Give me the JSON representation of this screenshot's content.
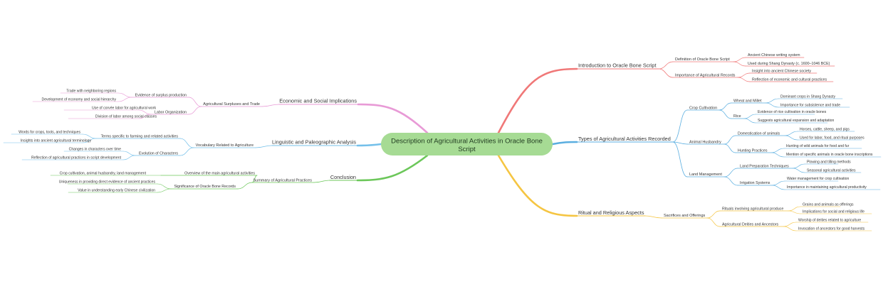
{
  "colors": {
    "intro": "#f07878",
    "types": "#5aaee0",
    "ritual": "#f5c542",
    "economic": "#e89ad6",
    "linguistic": "#74c0ea",
    "conclusion": "#6cc75a",
    "root_fill": "#a6db94"
  },
  "root": {
    "line1": "Description of Agricultural Activities in Oracle Bone",
    "line2": "Script"
  },
  "branches": {
    "intro": {
      "label": "Introduction to Oracle Bone Script",
      "c1": {
        "label": "Definition of Oracle Bone Script",
        "l1": "Ancient Chinese writing system",
        "l2": "Used during Shang Dynasty (c. 1600–1046 BCE)"
      },
      "c2": {
        "label": "Importance of Agricultural Records",
        "l1": "Insight into ancient Chinese society",
        "l2": "Reflection of economic and cultural practices"
      }
    },
    "types": {
      "label": "Types of Agricultural Activities Recorded",
      "crop": {
        "label": "Crop Cultivation",
        "wheat": {
          "label": "Wheat and Millet",
          "l1": "Dominant crops in Shang Dynasty",
          "l2": "Importance for subsistence and trade"
        },
        "rice": {
          "label": "Rice",
          "l1": "Evidence of rice cultivation in oracle bones",
          "l2": "Suggests agricultural expansion and adaptation"
        }
      },
      "animal": {
        "label": "Animal Husbandry",
        "dom": {
          "label": "Domestication of animals",
          "l1": "Horses, cattle, sheep, and pigs",
          "l2": "Used for labor, food, and ritual purposes"
        },
        "hunt": {
          "label": "Hunting Practices",
          "l1": "Hunting of wild animals for food and fur",
          "l2": "Mention of specific animals in oracle bone inscriptions"
        }
      },
      "land": {
        "label": "Land Management",
        "prep": {
          "label": "Land Preparation Techniques",
          "l1": "Plowing and tilling methods",
          "l2": "Seasonal agricultural activities"
        },
        "irr": {
          "label": "Irrigation Systems",
          "l1": "Water management for crop cultivation",
          "l2": "Importance in maintaining agricultural productivity"
        }
      }
    },
    "ritual": {
      "label": "Ritual and Religious Aspects",
      "sac": {
        "label": "Sacrifices and Offerings",
        "rit": {
          "label": "Rituals involving agricultural produce",
          "l1": "Grains and animals as offerings",
          "l2": "Implications for social and religious life"
        },
        "dei": {
          "label": "Agricultural Deities and Ancestors",
          "l1": "Worship of deities related to agriculture",
          "l2": "Invocation of ancestors for good harvests"
        }
      }
    },
    "economic": {
      "label": "Economic and Social Implications",
      "sur": {
        "label": "Agricultural Surpluses and Trade",
        "evi": {
          "label": "Evidence of surplus production",
          "l1": "Trade with neighboring regions",
          "l2": "Development of economy and social hierarchy"
        },
        "lab": {
          "label": "Labor Organization",
          "l1": "Use of corvée labor for agricultural work",
          "l2": "Division of labor among social classes"
        }
      }
    },
    "linguistic": {
      "label": "Linguistic and Paleographic Analysis",
      "voc": {
        "label": "Vocabulary Related to Agriculture",
        "terms": {
          "label": "Terms specific to farming and related activities",
          "l1": "Words for crops, tools, and techniques",
          "l2": "Insights into ancient agricultural terminology"
        },
        "evo": {
          "label": "Evolution of Characters",
          "l1": "Changes in characters over time",
          "l2": "Reflection of agricultural practices in script development"
        }
      }
    },
    "conclusion": {
      "label": "Conclusion",
      "sum": {
        "label": "Summary of Agricultural Practices",
        "ov": {
          "label": "Overview of the main agricultural activities",
          "l1": "Crop cultivation, animal husbandry, land management"
        },
        "sig": {
          "label": "Significance of Oracle Bone Records",
          "l1": "Uniqueness in providing direct evidence of ancient practices",
          "l2": "Value in understanding early Chinese civilization"
        }
      }
    }
  }
}
